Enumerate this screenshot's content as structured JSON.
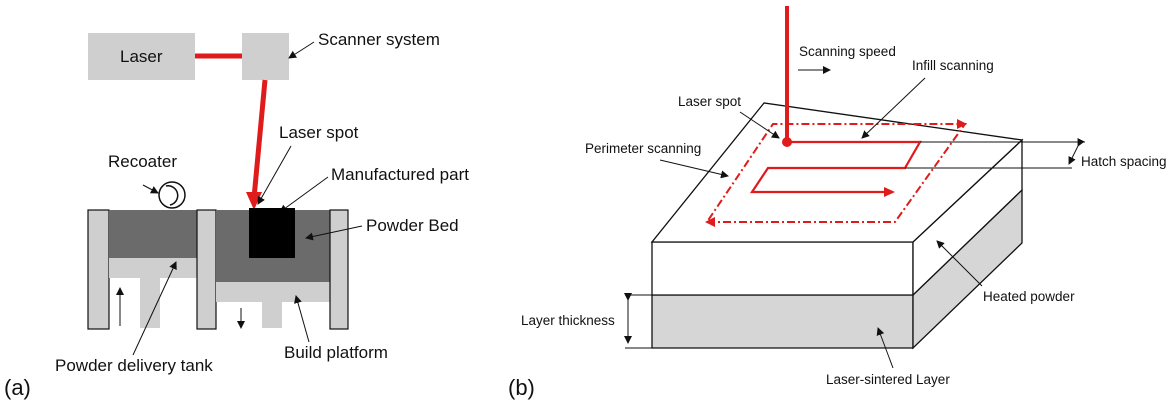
{
  "panel_a": {
    "tag": "(a)",
    "laser": "Laser",
    "scanner": "Scanner system",
    "laser_spot": "Laser spot",
    "recoater": "Recoater",
    "manufactured_part": "Manufactured part",
    "powder_bed": "Powder Bed",
    "powder_delivery_tank": "Powder delivery tank",
    "build_platform": "Build platform"
  },
  "panel_b": {
    "tag": "(b)",
    "scanning_speed": "Scanning speed",
    "infill_scanning": "Infill scanning",
    "laser_spot": "Laser spot",
    "perimeter_scanning": "Perimeter scanning",
    "hatch_spacing": "Hatch spacing",
    "heated_powder": "Heated powder",
    "layer_thickness": "Layer thickness",
    "laser_sintered_layer": "Laser-sintered Layer"
  },
  "colors": {
    "laser_red": "#e01b1b",
    "box_gray": "#cfcfcf",
    "powder_dark": "#6b6b6b",
    "layer_gray": "#d6d6d6",
    "part_black": "#000000"
  }
}
